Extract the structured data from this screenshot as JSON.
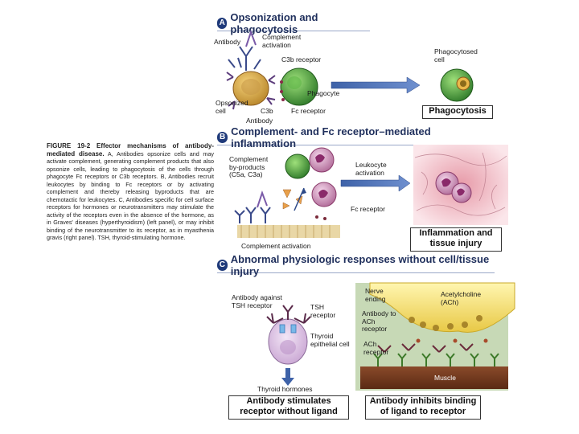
{
  "panels": {
    "a": {
      "letter": "A",
      "title": "Opsonization and phagocytosis"
    },
    "b": {
      "letter": "B",
      "title": "Complement- and Fc receptor–mediated inflammation"
    },
    "c": {
      "letter": "C",
      "title": "Abnormal physiologic responses without cell/tissue injury"
    }
  },
  "caption": {
    "heading": "FIGURE 19-2 Effector mechanisms of antibody-mediated disease.",
    "body": "A, Antibodies opsonize cells and may activate complement, generating complement products that also opsonize cells, leading to phagocytosis of the cells through phagocyte Fc receptors or C3b receptors. B, Antibodies recruit leukocytes by binding to Fc receptors or by activating complement and thereby releasing byproducts that are chemotactic for leukocytes. C, Antibodies specific for cell surface receptors for hormones or neurotransmitters may stimulate the activity of the receptors even in the absence of the hormone, as in Graves' diseases (hyperthyroidism) (left panel), or may inhibit binding of the neurotransmitter to its receptor, as in myasthenia gravis (right panel). TSH, thyroid-stimulating hormone."
  },
  "labels_a": {
    "antibody": "Antibody",
    "complement_activation": "Complement activation",
    "c3b_receptor": "C3b receptor",
    "phagocytosed_cell": "Phagocytosed cell",
    "phagocyte": "Phagocyte",
    "opsonized_cell": "Opsonized cell",
    "c3b": "C3b",
    "fc_receptor": "Fc receptor",
    "antibody_bottom": "Antibody",
    "result": "Phagocytosis"
  },
  "labels_b": {
    "complement_byproducts": "Complement by-products (C5a, C3a)",
    "leukocyte_activation": "Leukocyte activation",
    "fc_receptor": "Fc receptor",
    "complement_activation": "Complement activation",
    "result": "Inflammation and tissue injury"
  },
  "labels_c": {
    "antibody_tsh": "Antibody against TSH receptor",
    "tsh_receptor": "TSH receptor",
    "thyroid_cell": "Thyroid epithelial cell",
    "thyroid_hormones": "Thyroid hormones",
    "result_left": "Antibody stimulates receptor without ligand",
    "nerve_ending": "Nerve ending",
    "acetylcholine": "Acetylcholine (ACh)",
    "antibody_ach": "Antibody to ACh receptor",
    "ach_receptor": "ACh receptor",
    "muscle": "Muscle",
    "result_right": "Antibody inhibits binding of ligand to receptor"
  }
}
